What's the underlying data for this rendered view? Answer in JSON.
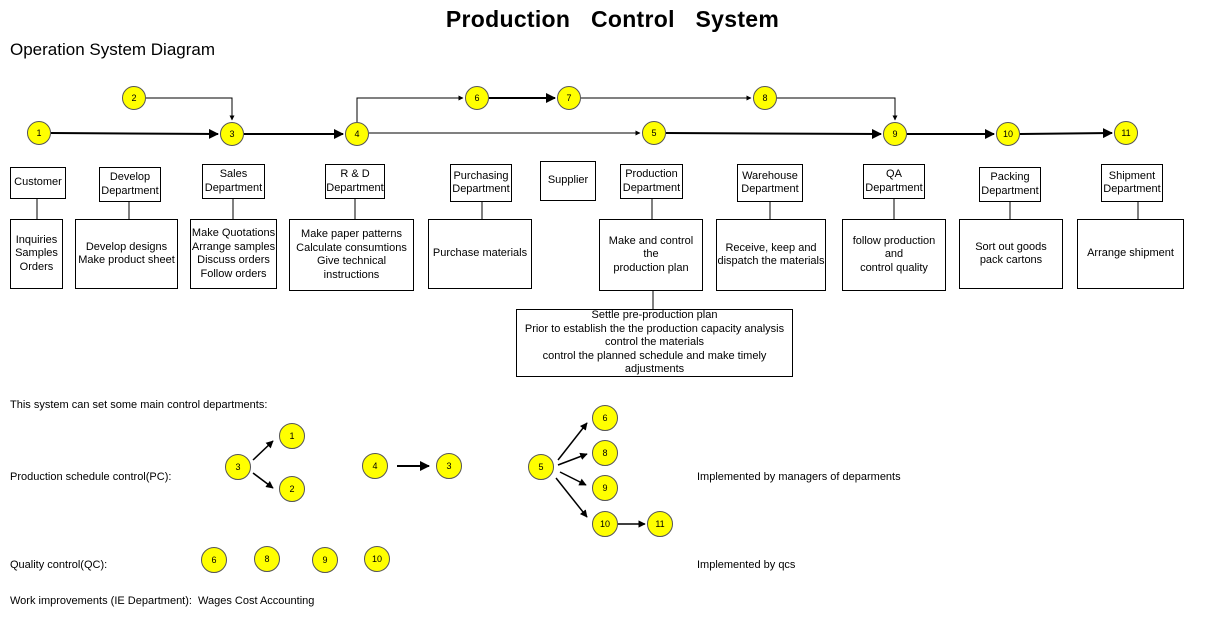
{
  "title": "Production   Control   System",
  "subtitle": "Operation System Diagram",
  "flow_nodes": [
    "1",
    "2",
    "3",
    "4",
    "5",
    "6",
    "7",
    "8",
    "9",
    "10",
    "11"
  ],
  "departments": [
    {
      "name": "Customer",
      "desc": "Inquiries\nSamples\nOrders"
    },
    {
      "name": "Develop\nDepartment",
      "desc": "Develop designs\nMake product sheet"
    },
    {
      "name": "Sales\nDepartment",
      "desc": "Make Quotations\nArrange samples\nDiscuss orders\nFollow orders"
    },
    {
      "name": "R & D\nDepartment",
      "desc": "Make paper patterns\nCalculate consumtions\nGive technical instructions"
    },
    {
      "name": "Purchasing\nDepartment",
      "desc": "Purchase materials"
    },
    {
      "name": "Supplier",
      "desc": ""
    },
    {
      "name": "Production\nDepartment",
      "desc": "Make and control the\nproduction plan"
    },
    {
      "name": "Warehouse\nDepartment",
      "desc": "Receive, keep and\ndispatch the materials"
    },
    {
      "name": "QA\nDepartment",
      "desc": "follow production and\ncontrol quality"
    },
    {
      "name": "Packing\nDepartment",
      "desc": "Sort out goods\npack cartons"
    },
    {
      "name": "Shipment\nDepartment",
      "desc": "Arrange shipment"
    }
  ],
  "preproduction": "Settle pre-production plan\nPrior to establish the the production capacity analysis\ncontrol the materials\ncontrol the planned schedule and make timely adjustments",
  "legend": {
    "intro": "This system can set some main control departments:",
    "pc_label": "Production schedule control(PC):",
    "pc_note": "Implemented by managers of deparments",
    "qc_label": "Quality control(QC):",
    "qc_note": "Implemented by qcs",
    "ie_label": "Work improvements (IE Department):",
    "ie_value": "Wages Cost Accounting",
    "pc_nodes": [
      "3",
      "1",
      "2",
      "4",
      "3",
      "5",
      "6",
      "8",
      "9",
      "10",
      "11"
    ],
    "qc_nodes": [
      "6",
      "8",
      "9",
      "10"
    ]
  },
  "colors": {
    "node_fill": "#ffff00",
    "line": "#000000"
  }
}
